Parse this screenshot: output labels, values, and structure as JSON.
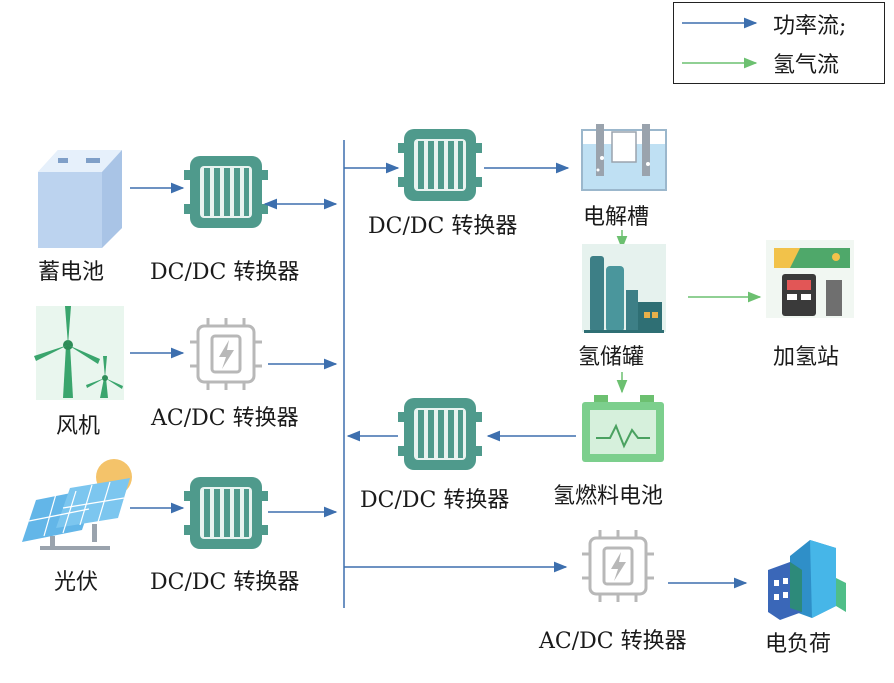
{
  "colors": {
    "power_flow": "#3d6fae",
    "hydrogen_flow": "#6cc070",
    "converter_teal": "#4f9a8c",
    "inverter_gray": "#b8b8b8",
    "bus_line": "#3d6fae"
  },
  "legend": {
    "power_flow": "功率流;",
    "hydrogen_flow": "氢气流"
  },
  "nodes": {
    "battery": "蓄电池",
    "battery_converter": "DC/DC 转换器",
    "wind": "风机",
    "wind_converter": "AC/DC 转换器",
    "pv": "光伏",
    "pv_converter": "DC/DC 转换器",
    "electrolyzer_converter": "DC/DC 转换器",
    "electrolyzer": "电解槽",
    "hydrogen_tank": "氢储罐",
    "refuel_station": "加氢站",
    "fuel_cell": "氢燃料电池",
    "fuel_cell_converter": "DC/DC 转换器",
    "load_converter": "AC/DC 转换器",
    "load": "电负荷"
  },
  "icons": {
    "battery": "battery-icon",
    "wind": "wind-turbine-icon",
    "pv": "solar-panel-icon",
    "electrolyzer": "electrolyzer-icon",
    "hydrogen_tank": "hydrogen-tank-icon",
    "refuel_station": "hydrogen-station-icon",
    "fuel_cell": "fuel-cell-icon",
    "load": "building-icon",
    "dcdc": "dc-dc-converter-icon",
    "acdc": "ac-dc-converter-icon"
  }
}
